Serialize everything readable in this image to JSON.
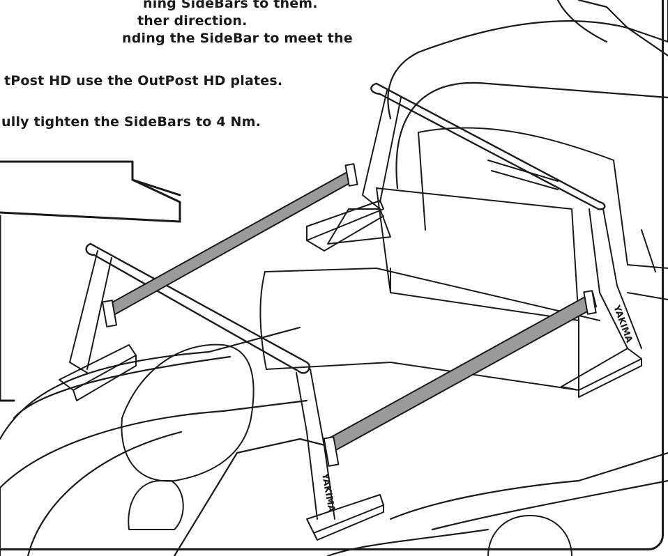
{
  "instructions": {
    "lines": [
      "ning SideBars to them.",
      "ther direction.",
      "nding the SideBar to meet the",
      "tPost HD use the OutPost HD plates.",
      "ully tighten the SideBars to 4 Nm."
    ]
  },
  "illustration": {
    "brand_marking": "YAKIMA"
  },
  "colors": {
    "ink": "#1a1a1a",
    "sidebar_fill": "#9a9a9a",
    "background": "#ffffff"
  }
}
